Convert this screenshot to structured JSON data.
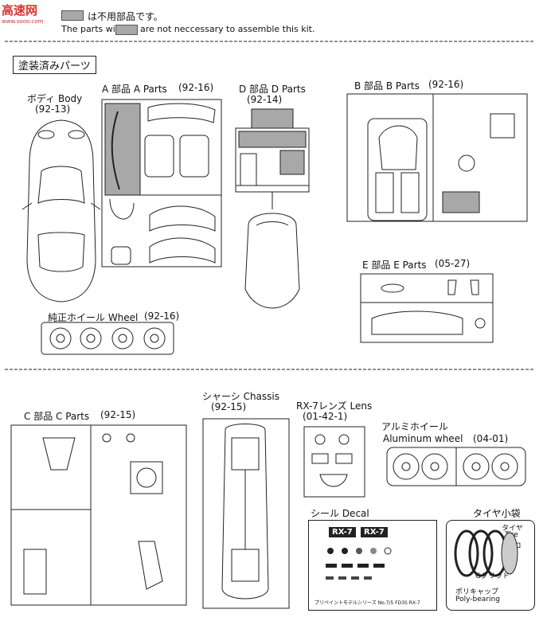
{
  "header": {
    "logo_text": "高速网",
    "logo_url": "www.sooo.com",
    "legend_jp": "は不用部品です。",
    "legend_en_prefix": "The parts with",
    "legend_en_suffix": "are not neccessary to assemble this kit."
  },
  "section1": {
    "title": "塗装済みパーツ",
    "body": {
      "label": "ボディ Body",
      "code": "(92-13)"
    },
    "parts_a": {
      "label": "A 部品 A Parts",
      "code": "(92-16)"
    },
    "parts_d": {
      "label": "D 部品 D Parts",
      "code": "(92-14)"
    },
    "parts_b": {
      "label": "B 部品 B Parts",
      "code": "(92-16)"
    },
    "parts_e": {
      "label": "E 部品 E Parts",
      "code": "(05-27)"
    },
    "wheel": {
      "label": "純正ホイール Wheel",
      "code": "(92-16)"
    }
  },
  "section2": {
    "parts_c": {
      "label": "C 部品 C Parts",
      "code": "(92-15)"
    },
    "chassis": {
      "label": "シャーシ Chassis",
      "code": "(92-15)"
    },
    "lens": {
      "label": "RX-7レンズ Lens",
      "code": "(01-42-1)"
    },
    "aluminum": {
      "label_jp": "アルミホイール",
      "label_en": "Aluminum wheel",
      "code": "(04-01)"
    },
    "decal": {
      "label": "シール Decal",
      "badge": "RX-7",
      "footer": "プリペイントモデルシリーズ  No.7/5  FD3S RX-7"
    },
    "tire_bag": {
      "label": "タイヤ小袋",
      "tire_jp": "タイヤ",
      "tire_en": "Tire",
      "tire_x": "4コ",
      "grid": "Gグリッド",
      "poly_jp": "ポリキャップ",
      "poly_en": "Poly-bearing"
    }
  },
  "colors": {
    "unused_fill": "#a8a8a8",
    "line": "#222222"
  }
}
